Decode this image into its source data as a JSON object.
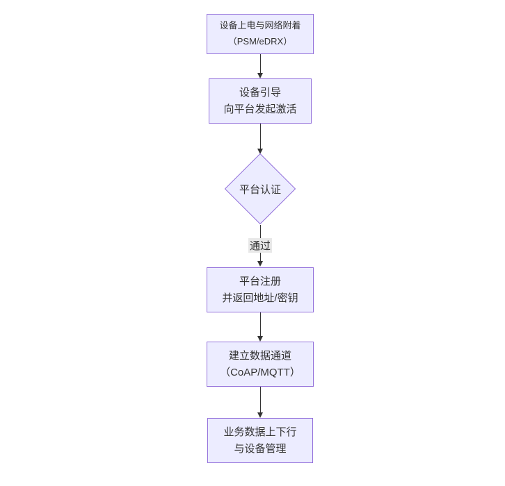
{
  "diagram": {
    "type": "flowchart",
    "direction": "top-down",
    "colors": {
      "background": "#ffffff",
      "node_fill": "#ECECFF",
      "node_border": "#9370DB",
      "edge": "#333333",
      "text": "#333333",
      "edge_label_bg": "#e8e8e8"
    },
    "nodes": [
      {
        "id": "n1",
        "shape": "rect",
        "lines": [
          "设备上电与网络附着",
          "（PSM/eDRX）"
        ]
      },
      {
        "id": "n2",
        "shape": "rect",
        "lines": [
          "设备引导",
          "向平台发起激活"
        ]
      },
      {
        "id": "n3",
        "shape": "diamond",
        "lines": [
          "平台认证"
        ]
      },
      {
        "id": "n4",
        "shape": "rect",
        "lines": [
          "平台注册",
          "并返回地址/密钥"
        ]
      },
      {
        "id": "n5",
        "shape": "rect",
        "lines": [
          "建立数据通道",
          "（CoAP/MQTT）"
        ]
      },
      {
        "id": "n6",
        "shape": "rect",
        "lines": [
          "业务数据上下行",
          "与设备管理"
        ]
      }
    ],
    "edges": [
      {
        "from": "n1",
        "to": "n2",
        "label": ""
      },
      {
        "from": "n2",
        "to": "n3",
        "label": ""
      },
      {
        "from": "n3",
        "to": "n4",
        "label": "通过"
      },
      {
        "from": "n4",
        "to": "n5",
        "label": ""
      },
      {
        "from": "n5",
        "to": "n6",
        "label": ""
      }
    ]
  }
}
